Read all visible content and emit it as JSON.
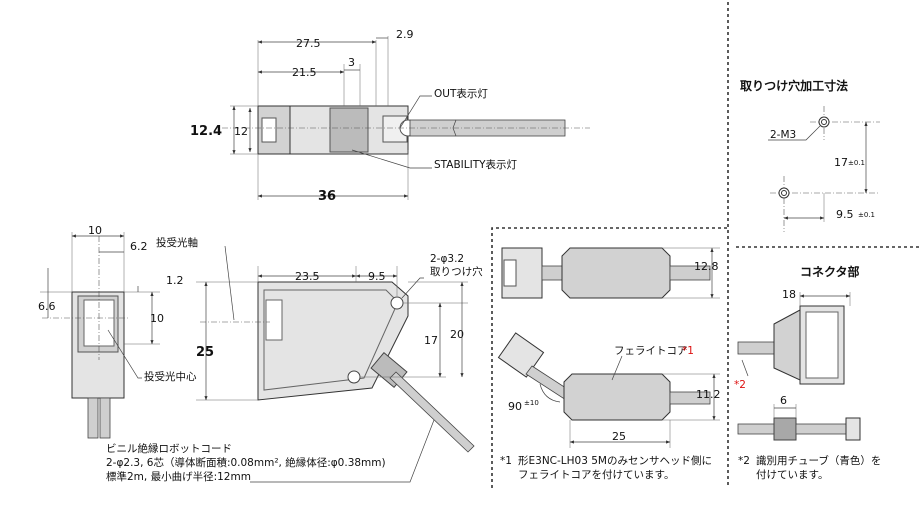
{
  "top_view": {
    "dim_27_5": "27.5",
    "dim_2_9": "2.9",
    "dim_21_5": "21.5",
    "dim_3": "3",
    "dim_12_4": "12.4",
    "dim_12": "12",
    "dim_36": "36",
    "out_label": "OUT表示灯",
    "stability_label": "STABILITY表示灯"
  },
  "front_view": {
    "dim_10": "10",
    "dim_6_2": "6.2",
    "dim_1_2": "1.2",
    "dim_6_6": "6.6",
    "dim_10b": "10",
    "center_label": "投受光中心"
  },
  "side_view": {
    "axis_label": "投受光軸",
    "dim_23_5": "23.5",
    "dim_9_5": "9.5",
    "hole_label_1": "2-φ3.2",
    "hole_label_2": "取りつけ穴",
    "dim_25": "25",
    "dim_17": "17",
    "dim_20": "20"
  },
  "cable_note": {
    "line1": "ビニル絶縁ロボットコード",
    "line2": "2-φ2.3, 6芯（導体断面積:0.08mm², 絶縁体径:φ0.38mm)",
    "line3": "標準2m, 最小曲げ半径:12mm"
  },
  "ferrite": {
    "dim_12_8": "12.8",
    "core_label": "フェライトコア",
    "core_mark": "*1",
    "dim_90": "90",
    "dim_90_tol": "±10",
    "dim_11_2": "11.2",
    "dim_25": "25",
    "note_mark": "*1",
    "note_line1": "形E3NC-LH03 5Mのみセンサヘッド側に",
    "note_line2": "フェライトコアを付けています。"
  },
  "mounting": {
    "title": "取りつけ穴加工寸法",
    "m3_label": "2-M3",
    "dim_17": "17",
    "dim_17_tol": "±0.1",
    "dim_9_5": "9.5",
    "dim_9_5_tol": "±0.1"
  },
  "connector": {
    "title": "コネクタ部",
    "dim_18": "18",
    "mark": "*2",
    "dim_6": "6",
    "note_mark": "*2",
    "note_line1": "識別用チューブ（青色）を",
    "note_line2": "付けています。"
  },
  "colors": {
    "accent_red": "#d11111",
    "body_gray": "#e4e4e4"
  }
}
